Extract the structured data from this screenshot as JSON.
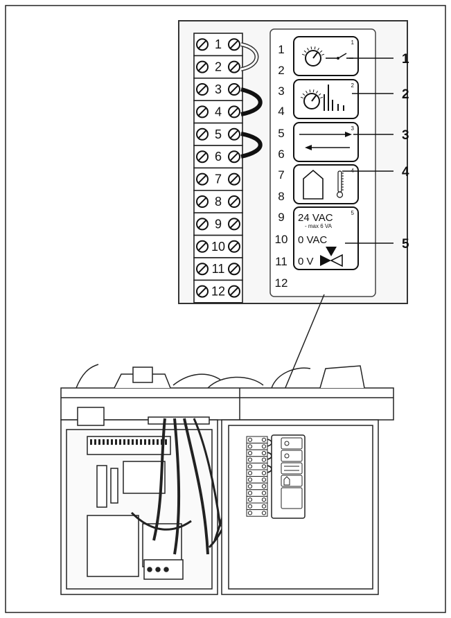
{
  "terminals": [
    "1",
    "2",
    "3",
    "4",
    "5",
    "6",
    "7",
    "8",
    "9",
    "10",
    "11",
    "12"
  ],
  "row_labels": [
    "1",
    "2",
    "3",
    "4",
    "5",
    "6",
    "7",
    "8",
    "9",
    "10",
    "11",
    "12"
  ],
  "panels": [
    {
      "index": "1",
      "callout": "1",
      "icon": "timer-switch-icon"
    },
    {
      "index": "2",
      "callout": "2",
      "icon": "timer-bars-icon"
    },
    {
      "index": "3",
      "callout": "3",
      "icon": "bidirectional-arrows-icon"
    },
    {
      "index": "4",
      "callout": "4",
      "icon": "house-thermometer-icon"
    },
    {
      "index": "5",
      "callout": "5",
      "icon": "valve-icon"
    }
  ],
  "panel5": {
    "line1": "24 VAC",
    "line1_sub": "- max 6 VA",
    "line2": "0 VAC",
    "line3": "0 V"
  },
  "colors": {
    "ink": "#111111",
    "panel": "#f4f4f4",
    "frame": "#555555"
  }
}
